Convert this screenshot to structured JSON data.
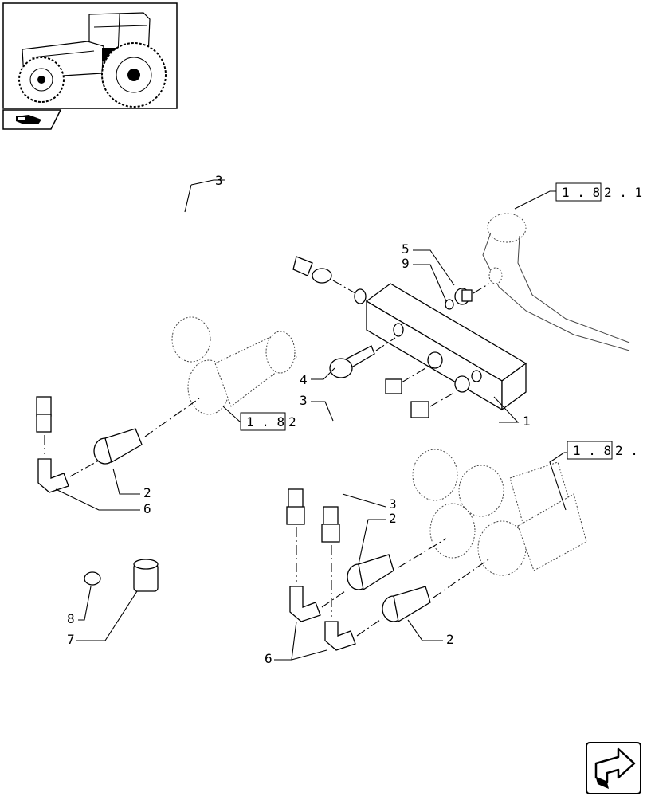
{
  "thumbnail": {
    "icon": "tractor-icon"
  },
  "section_badge": {
    "icon": "hand-pointer-icon"
  },
  "nav": {
    "icon": "next-page-arrow-icon"
  },
  "callouts": {
    "hose_top": "3",
    "bolt": "4",
    "hose_mid_left": "3",
    "hose_mid_right": "3",
    "coupler_left": "2",
    "coupler_mid": "2",
    "coupler_low": "2",
    "elbow_left": "6",
    "elbow_bottom": "6",
    "plug": "7",
    "seal": "8",
    "washer": "9",
    "cap": "5",
    "block": "1"
  },
  "refs": {
    "top_right": {
      "box": "1 . 8",
      "tail": "2 . 1"
    },
    "mid_left": {
      "box": "1 . 8",
      "tail": "2"
    },
    "mid_right": {
      "box": "1 . 8",
      "tail": "2 ."
    }
  }
}
